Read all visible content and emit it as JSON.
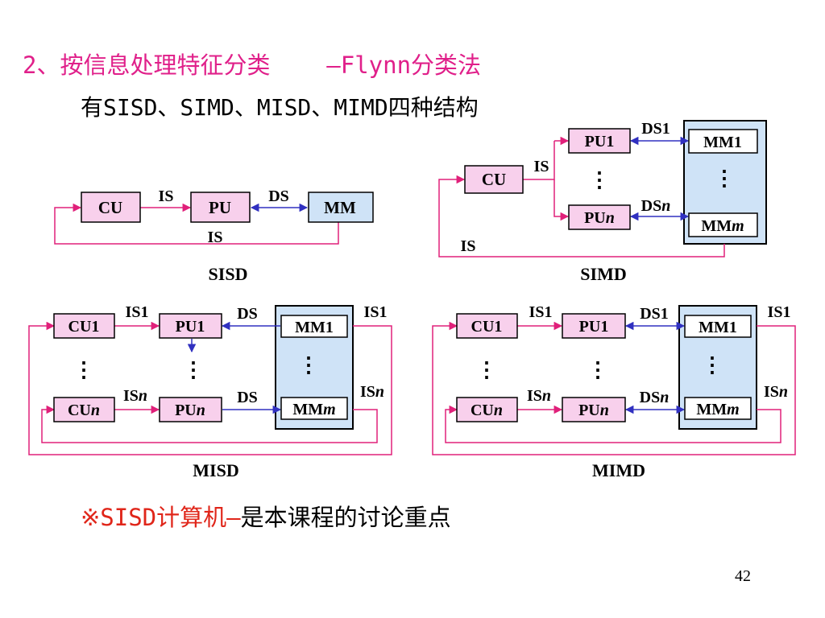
{
  "title": "2、按信息处理特征分类    —Flynn分类法",
  "subtitle": "有SISD、SIMD、MISD、MIMD四种结构",
  "note": {
    "red": "※SISD计算机—",
    "black": "是本课程的讨论重点"
  },
  "page_number": "42",
  "colors": {
    "title": "#e0208a",
    "note_red": "#e0261a",
    "box_pink": "#f8d0ec",
    "box_blue": "#cfe3f7",
    "is_line": "#e0207a",
    "ds_line": "#3030c0"
  },
  "sisd": {
    "name": "SISD",
    "cu": "CU",
    "pu": "PU",
    "mm": "MM",
    "is_top": "IS",
    "ds": "DS",
    "is_bottom": "IS"
  },
  "simd": {
    "name": "SIMD",
    "cu": "CU",
    "pu1": "PU1",
    "pun": "PU",
    "pun_sub": "n",
    "mm1": "MM1",
    "mmm": "MM",
    "mmm_sub": "m",
    "is": "IS",
    "ds1": "DS1",
    "dsn": "DS",
    "dsn_sub": "n",
    "is_bottom": "IS",
    "dots": "⋮"
  },
  "misd": {
    "name": "MISD",
    "cu1": "CU1",
    "cun": "CU",
    "cun_sub": "n",
    "pu1": "PU1",
    "pun": "PU",
    "pun_sub": "n",
    "mm1": "MM1",
    "mmm": "MM",
    "mmm_sub": "m",
    "is1": "IS1",
    "isn": "IS",
    "isn_sub": "n",
    "ds_top": "DS",
    "ds_bottom": "DS",
    "is1_right": "IS1",
    "isn_right": "IS",
    "isn_right_sub": "n",
    "dots": "⋮"
  },
  "mimd": {
    "name": "MIMD",
    "cu1": "CU1",
    "cun": "CU",
    "cun_sub": "n",
    "pu1": "PU1",
    "pun": "PU",
    "pun_sub": "n",
    "mm1": "MM1",
    "mmm": "MM",
    "mmm_sub": "m",
    "is1": "IS1",
    "isn": "IS",
    "isn_sub": "n",
    "ds1": "DS1",
    "dsn": "DS",
    "dsn_sub": "n",
    "is1_right": "IS1",
    "isn_right": "IS",
    "isn_right_sub": "n",
    "dots": "⋮"
  }
}
